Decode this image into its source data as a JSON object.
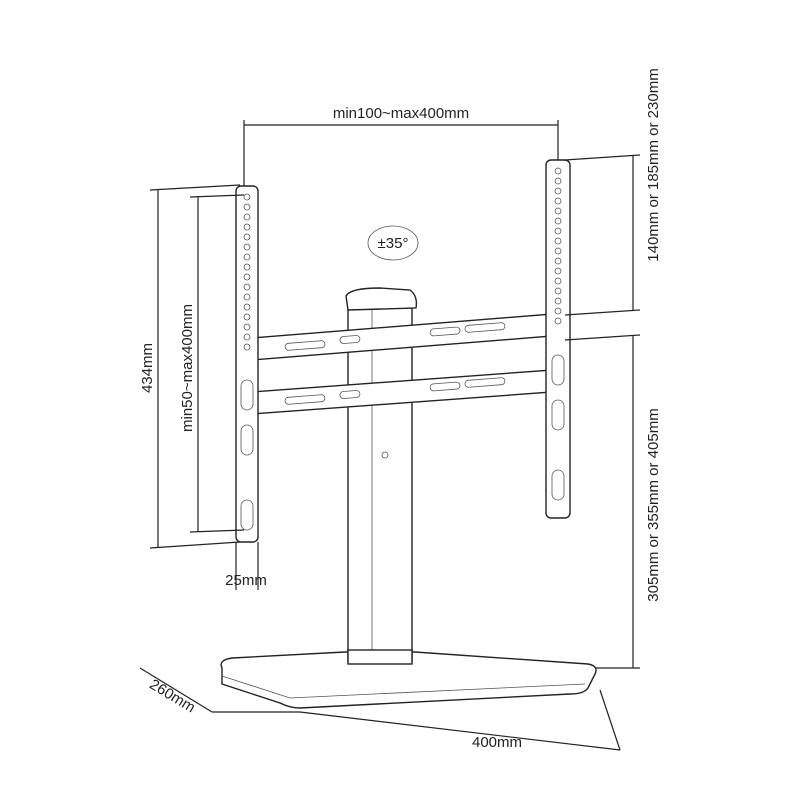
{
  "title": "TV stand dimension diagram",
  "labels": {
    "vesa_width": "min100~max400mm",
    "rotation": "±35°",
    "total_height": "434mm",
    "vesa_height": "min50~max400mm",
    "plate_width": "25mm",
    "top_adjust": "140mm or 185mm or 230mm",
    "bottom_height": "305mm or 355mm or 405mm",
    "base_depth": "260mm",
    "base_width": "400mm"
  }
}
